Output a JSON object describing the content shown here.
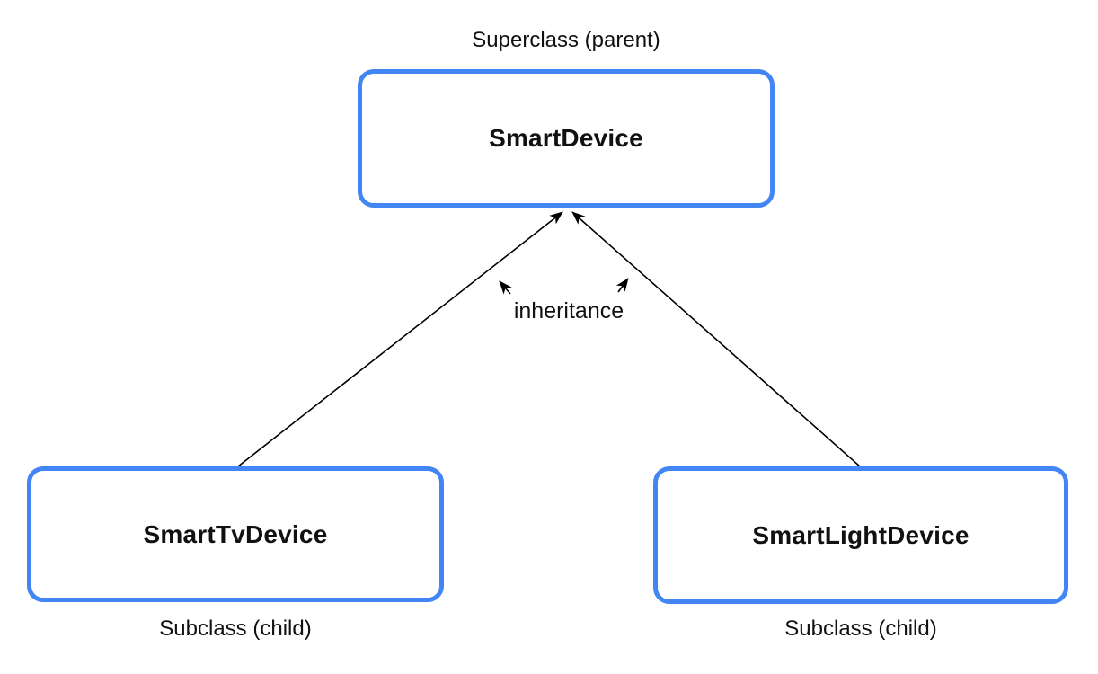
{
  "diagram": {
    "title_caption": "Superclass (parent)",
    "superclass": {
      "name": "SmartDevice"
    },
    "relationship_label": "inheritance",
    "subclasses": [
      {
        "name": "SmartTvDevice",
        "caption": "Subclass (child)"
      },
      {
        "name": "SmartLightDevice",
        "caption": "Subclass (child)"
      }
    ]
  },
  "colors": {
    "box_border": "#4285F4",
    "arrow": "#000000",
    "text": "#111111",
    "background": "#ffffff"
  }
}
